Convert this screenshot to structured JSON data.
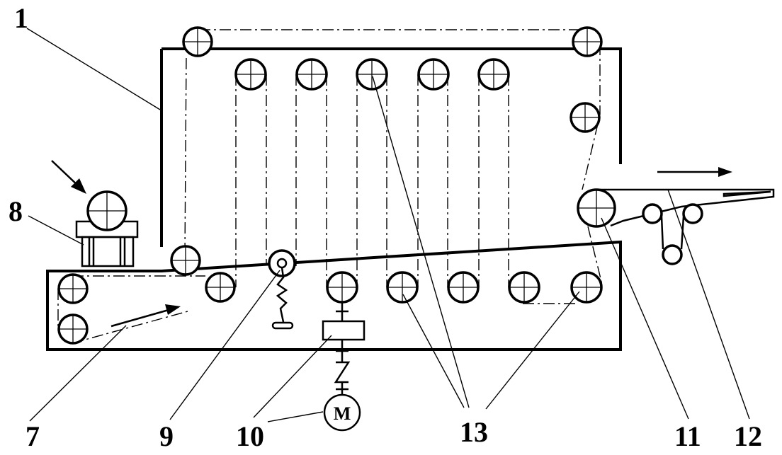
{
  "labels": {
    "l1": "1",
    "l7": "7",
    "l8": "8",
    "l9": "9",
    "l10": "10",
    "l11": "11",
    "l12": "12",
    "l13": "13"
  },
  "motor_label": "M"
}
